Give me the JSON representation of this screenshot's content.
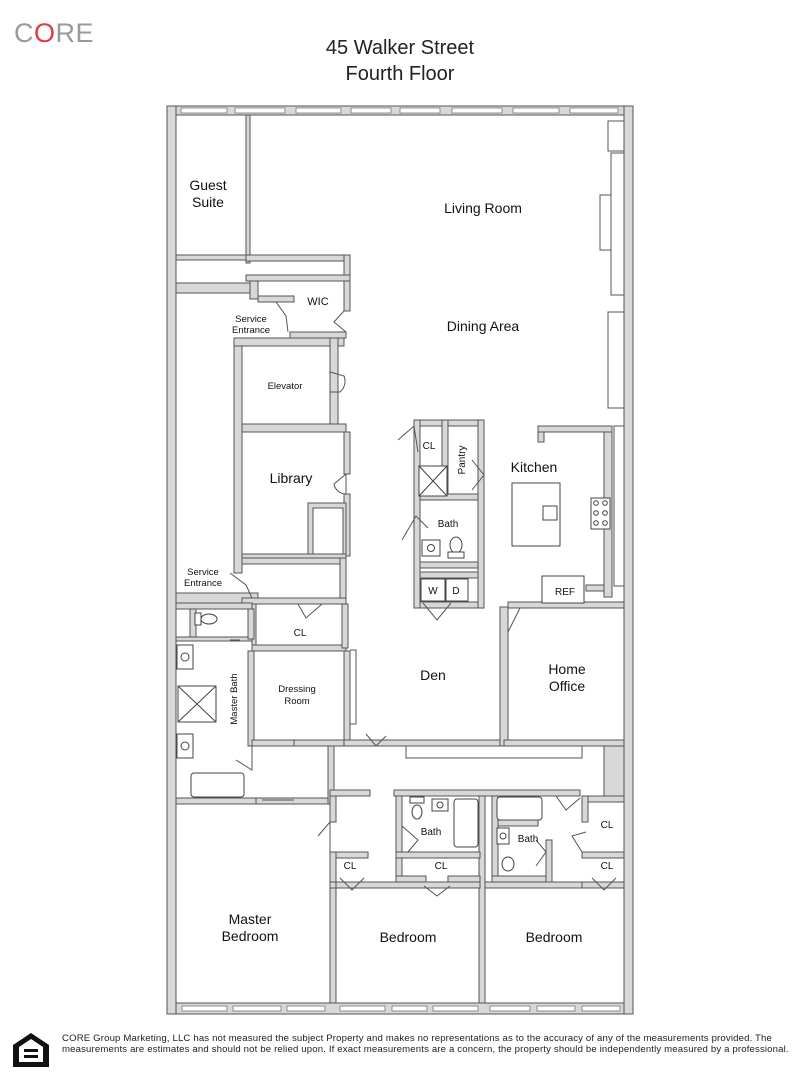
{
  "logo": {
    "text_pre": "C",
    "text_o": "O",
    "text_post": "RE",
    "accent_color": "#e0393e",
    "grey": "#9a9a9a"
  },
  "header": {
    "address": "45 Walker Street",
    "floor": "Fourth Floor"
  },
  "rooms": {
    "guest_suite_1": "Guest",
    "guest_suite_2": "Suite",
    "living_room": "Living Room",
    "wic": "WIC",
    "service_entrance_top_1": "Service",
    "service_entrance_top_2": "Entrance",
    "dining_area": "Dining Area",
    "elevator": "Elevator",
    "library": "Library",
    "cl_center": "CL",
    "pantry": "Pantry",
    "kitchen": "Kitchen",
    "bath_center": "Bath",
    "w": "W",
    "d": "D",
    "ref": "REF",
    "service_entrance_bottom_1": "Service",
    "service_entrance_bottom_2": "Entrance",
    "cl_master": "CL",
    "master_bath": "Master Bath",
    "dressing_room_1": "Dressing",
    "dressing_room_2": "Room",
    "den": "Den",
    "home_office_1": "Home",
    "home_office_2": "Office",
    "bath_left": "Bath",
    "bath_right": "Bath",
    "cl_bed_left": "CL",
    "cl_bed_center": "CL",
    "cl_right_top": "CL",
    "cl_right_bottom": "CL",
    "master_bedroom_1": "Master",
    "master_bedroom_2": "Bedroom",
    "bedroom_center": "Bedroom",
    "bedroom_right": "Bedroom"
  },
  "disclaimer": "CORE Group Marketing, LLC has not measured the subject Property and makes no representations as to the accuracy of any of the measurements provided. The measurements are estimates and should not be relied upon. If exact measurements are a concern, the property should be independently measured by a professional.",
  "icons": {
    "equal_housing": "equal-housing-opportunity-icon"
  },
  "colors": {
    "wall_fill": "#d8d8d8",
    "wall_stroke": "#555555"
  }
}
